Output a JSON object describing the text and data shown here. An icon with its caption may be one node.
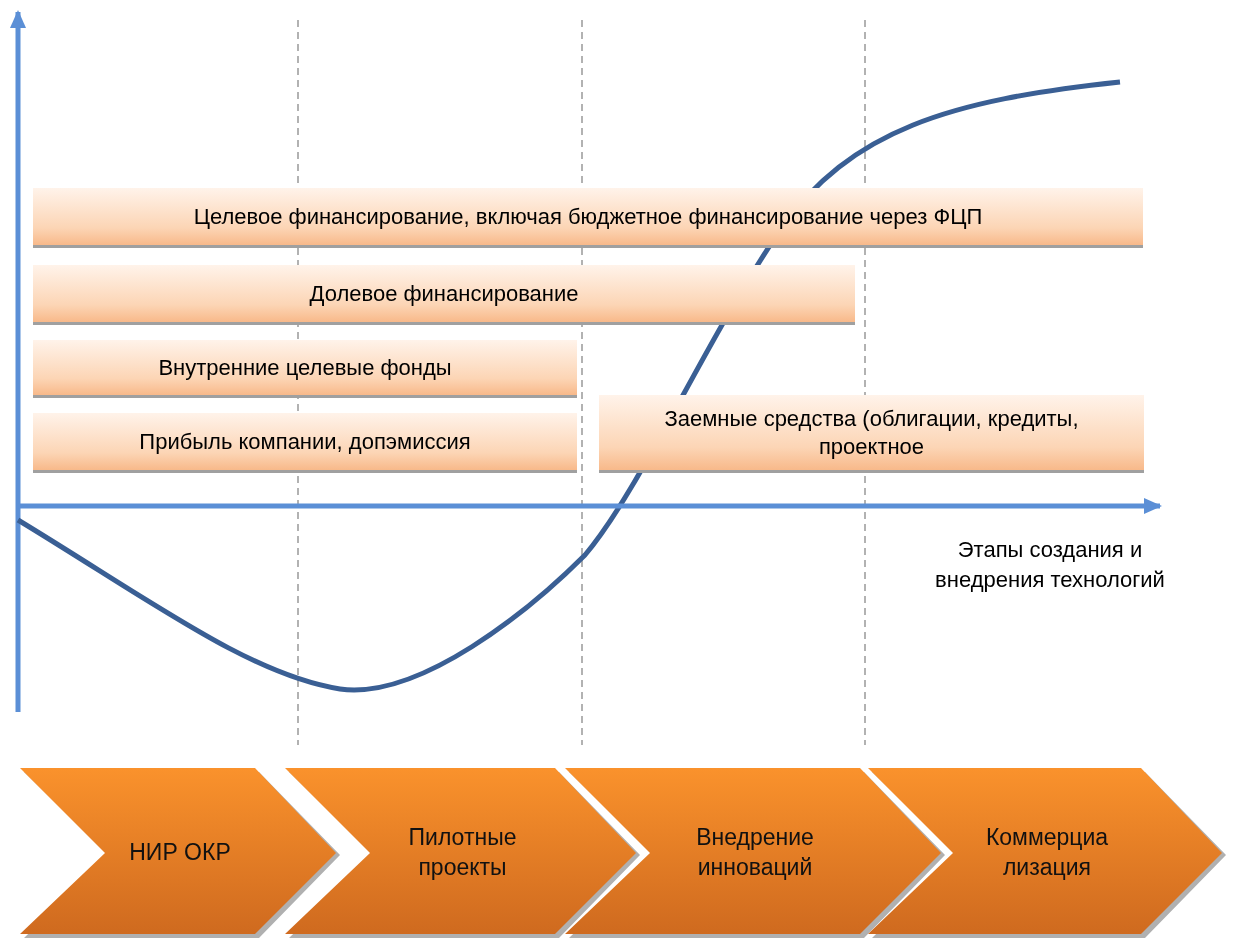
{
  "diagram": {
    "nodes": [
      {
        "text": [
          "Целевое финансирование, включая бюджетное финансирование через ФЦП"
        ]
      },
      {
        "text": [
          "Долевое финансирование"
        ]
      },
      {
        "text": [
          "Внутренние целевые фонды"
        ]
      },
      {
        "text": [
          "Прибыль компании, допэмиссия"
        ]
      },
      {
        "text": [
          "Заемные средства (облигации, кредиты, проектное"
        ]
      },
      {
        "text": [
          "НИР ОКР"
        ]
      },
      {
        "text": [
          "Пилотные проекты"
        ]
      },
      {
        "text": [
          "Внедрение инноваций"
        ]
      },
      {
        "text": [
          "Коммерциа лизация"
        ]
      }
    ],
    "edges": [],
    "labels": [
      "Этапы создания и внедрения технологий"
    ]
  }
}
